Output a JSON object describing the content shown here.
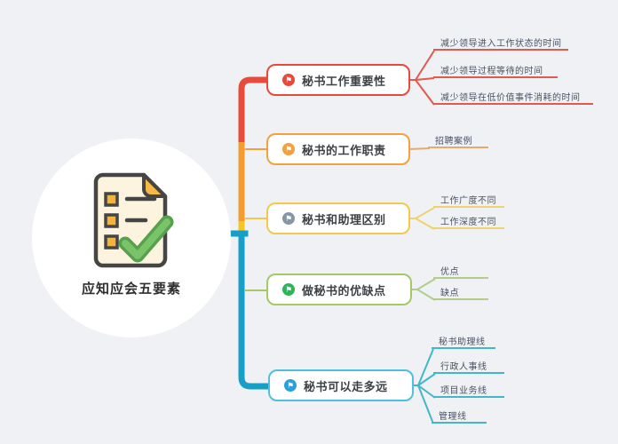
{
  "background": "#eff1f4",
  "center": {
    "label": "应知应会五要素",
    "icon": "checklist-check-icon"
  },
  "trunk_colors": {
    "red": "#e84b3c",
    "orange": "#f59c2e",
    "yellow": "#f3c71e",
    "teal": "#169fc7"
  },
  "branches": [
    {
      "label": "秘书工作重要性",
      "border_color": "#e8493b",
      "icon": "flag-icon",
      "icon_color": "#e8493b",
      "line_color": "#e25a4c",
      "leaves": [
        "减少领导进入工作状态的时间",
        "减少领导过程等待的时间",
        "减少领导在低价值事件消耗的时间"
      ]
    },
    {
      "label": "秘书的工作职责",
      "border_color": "#f2a13e",
      "icon": "flag-icon",
      "icon_color": "#f2a13e",
      "line_color": "#e9a96d",
      "leaves": [
        "招聘案例"
      ]
    },
    {
      "label": "秘书和助理区别",
      "border_color": "#f2c94c",
      "icon": "flag-icon",
      "icon_color": "#8596a6",
      "line_color": "#eed272",
      "leaves": [
        "工作广度不同",
        "工作深度不同"
      ]
    },
    {
      "label": "做秘书的优缺点",
      "border_color": "#a5c964",
      "icon": "flag-icon",
      "icon_color": "#2fb45a",
      "line_color": "#b4cc8a",
      "leaves": [
        "优点",
        "缺点"
      ]
    },
    {
      "label": "秘书可以走多远",
      "border_color": "#4fc0e0",
      "icon": "flag-icon",
      "icon_color": "#2b9fd9",
      "line_color": "#43b7c9",
      "leaves": [
        "秘书助理线",
        "行政人事线",
        "项目业务线",
        "管理线"
      ]
    }
  ]
}
